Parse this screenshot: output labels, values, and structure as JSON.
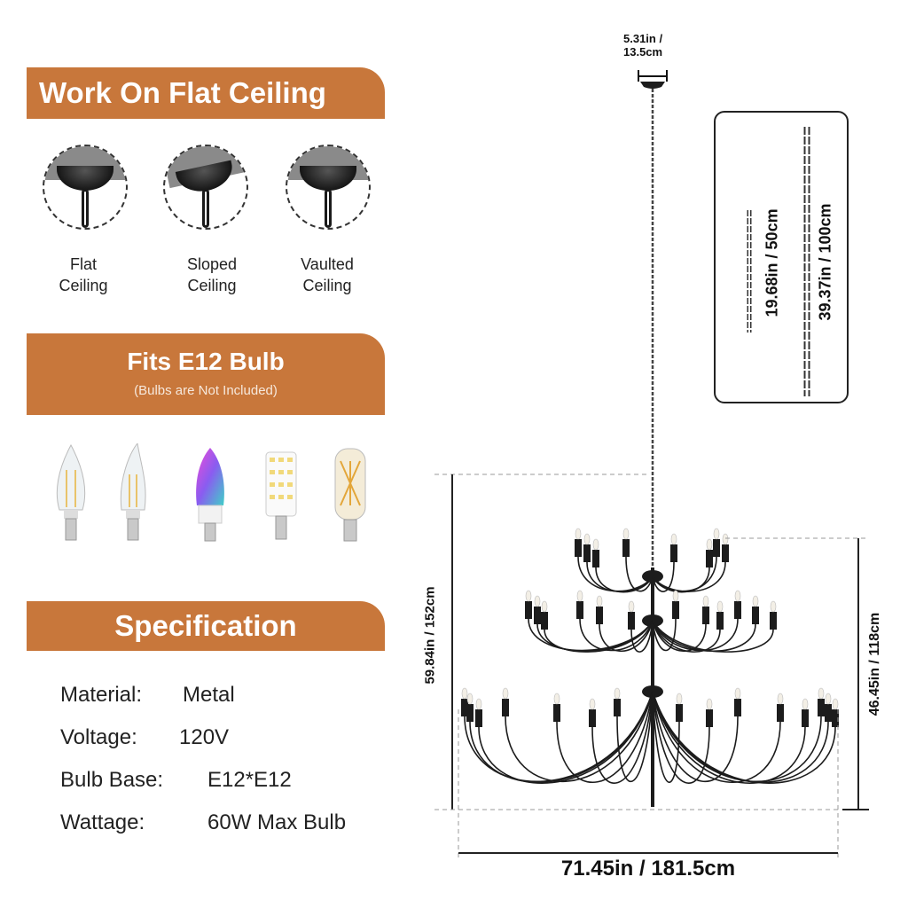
{
  "mounting": {
    "title": "Work On Flat Ceiling",
    "options": [
      {
        "line1": "Flat",
        "line2": "Ceiling"
      },
      {
        "line1": "Sloped",
        "line2": "Ceiling"
      },
      {
        "line1": "Vaulted",
        "line2": "Ceiling"
      }
    ]
  },
  "bulbs": {
    "title": "Fits E12 Bulb",
    "note": "(Bulbs are Not Included)",
    "types": [
      "clear-candle-bulb-icon",
      "flame-tip-bulb-icon",
      "rgb-smart-bulb-icon",
      "led-corn-bulb-icon",
      "tubular-filament-bulb-icon"
    ]
  },
  "specification": {
    "title": "Specification",
    "rows": [
      {
        "label": "Material:",
        "value": "Metal"
      },
      {
        "label": "Voltage:",
        "value": "120V"
      },
      {
        "label": "Bulb Base:",
        "value": "E12*E12"
      },
      {
        "label": "Wattage:",
        "value": "60W Max Bulb"
      }
    ]
  },
  "dimensions": {
    "canopy_line1": "5.31in /",
    "canopy_line2": "13.5cm",
    "chain_short": "19.68in / 50cm",
    "chain_long": "39.37in / 100cm",
    "total_height": "59.84in / 152cm",
    "body_height": "46.45in / 118cm",
    "width": "71.45in / 181.5cm"
  },
  "colors": {
    "accent": "#c8773b",
    "metal": "#1c1c1c"
  }
}
